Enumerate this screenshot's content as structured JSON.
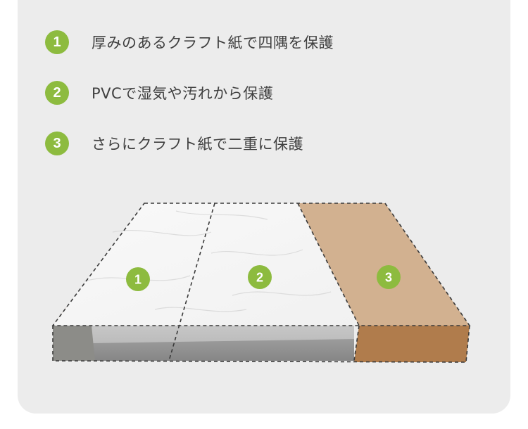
{
  "steps": [
    {
      "number": "1",
      "text": "厚みのあるクラフト紙で四隅を保護"
    },
    {
      "number": "2",
      "text": "PVCで湿気や汚れから保護"
    },
    {
      "number": "3",
      "text": "さらにクラフト紙で二重に保護"
    }
  ],
  "diagram": {
    "labels": [
      "1",
      "2",
      "3"
    ]
  },
  "colors": {
    "badge": "#8dbb3f",
    "kraft_top": "#d2b190",
    "kraft_front": "#b07c4c",
    "corner_top": "#9b8275",
    "panel_front": "#8e8e8e"
  }
}
